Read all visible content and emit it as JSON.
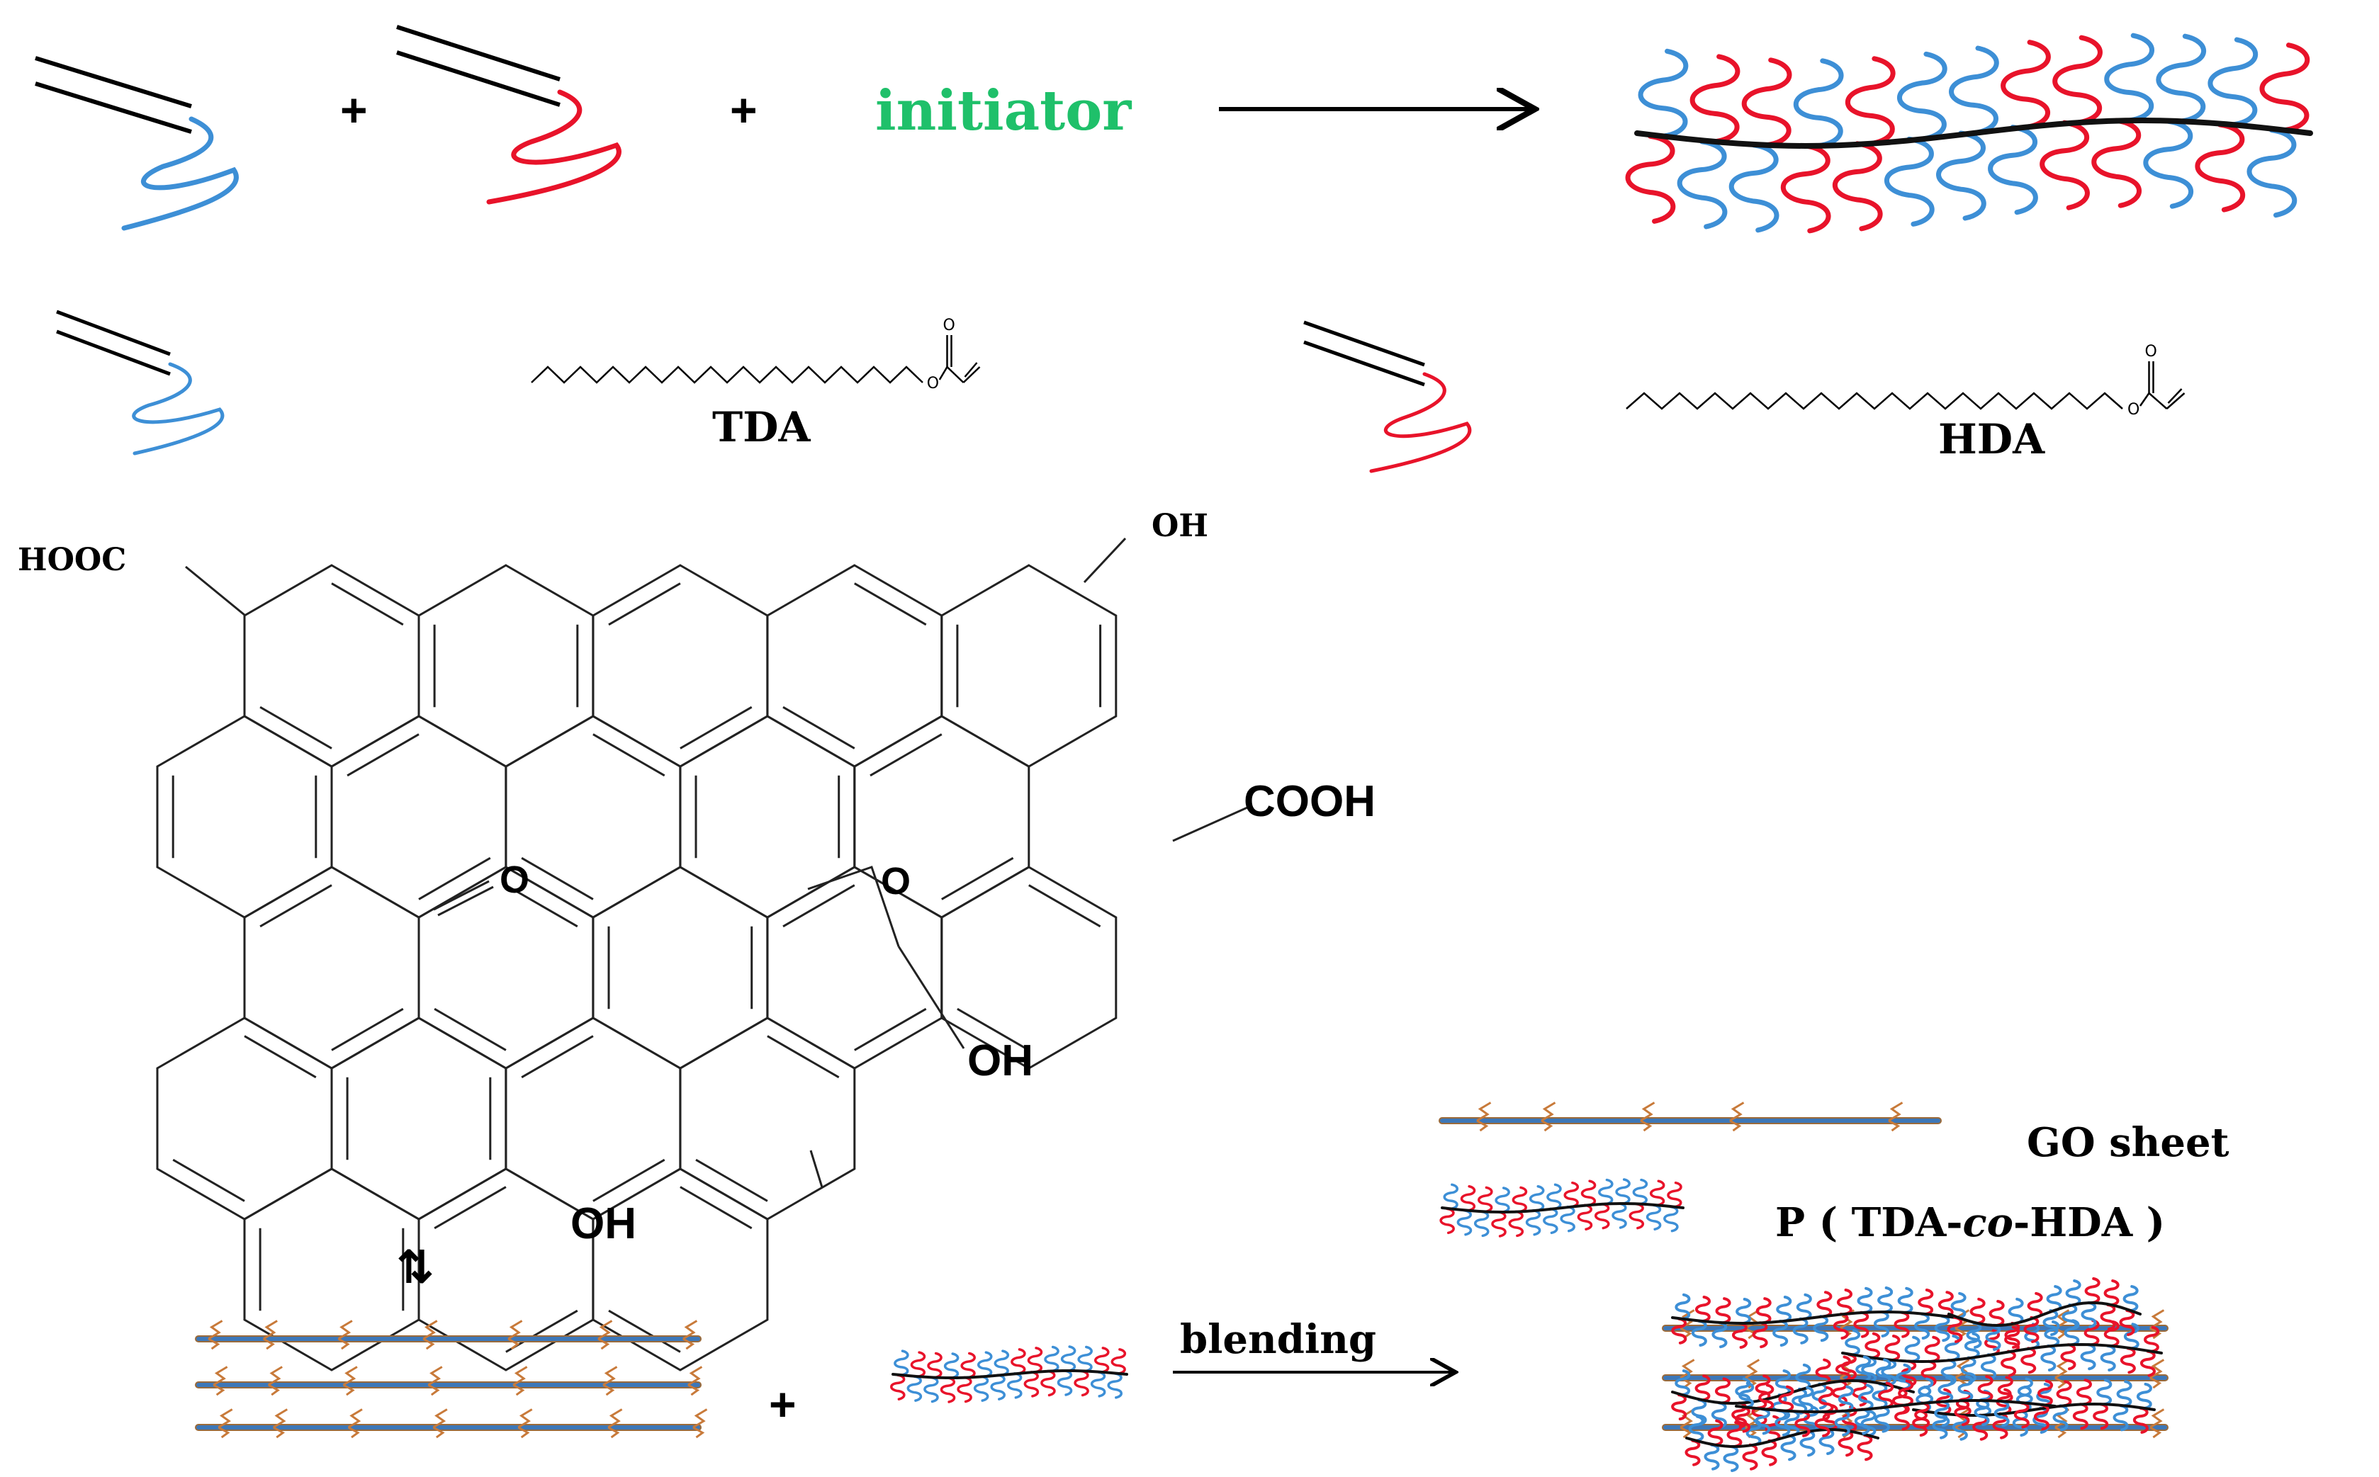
{
  "reaction": {
    "plus": "+",
    "initiator": "initiator"
  },
  "monomers": {
    "tda": "TDA",
    "hda": "HDA",
    "oxygen": "O"
  },
  "graphene_oxide": {
    "hooc": "HOOC",
    "oh_top": "OH",
    "cooh": "COOH",
    "ketone_o": "O",
    "epoxide_o": "O",
    "oh_right": "OH",
    "oh_bottom": "OH"
  },
  "legend": {
    "go_sheet": "GO sheet",
    "copolymer_prefix": "P ( TDA-",
    "copolymer_italic": "co",
    "copolymer_suffix": "-HDA )"
  },
  "process": {
    "equilibrium": "⇅",
    "plus": "+",
    "blending": "blending"
  },
  "colors": {
    "blue_chain": "#3d8fd6",
    "red_chain": "#e8132a",
    "backbone": "#111111",
    "sheet": "#3d77b8",
    "functional_group": "#c87a3a",
    "initiator": "#1fc06a"
  }
}
